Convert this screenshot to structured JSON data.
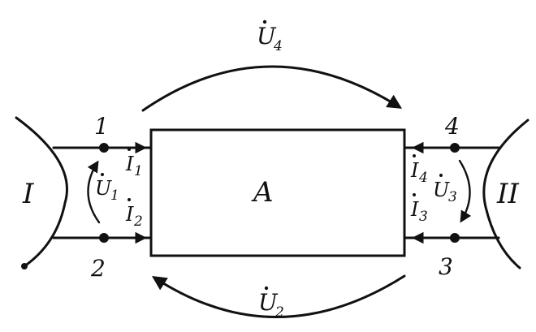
{
  "network": {
    "label": "A"
  },
  "sources": {
    "left": "I",
    "right": "II"
  },
  "nodes": {
    "n1": "1",
    "n2": "2",
    "n3": "3",
    "n4": "4"
  },
  "voltages": {
    "u1": {
      "sym": "U",
      "sub": "1"
    },
    "u2": {
      "sym": "U",
      "sub": "2"
    },
    "u3": {
      "sym": "U",
      "sub": "3"
    },
    "u4": {
      "sym": "U",
      "sub": "4"
    }
  },
  "currents": {
    "i1": {
      "sym": "I",
      "sub": "1"
    },
    "i2": {
      "sym": "I",
      "sub": "2"
    },
    "i3": {
      "sym": "I",
      "sub": "3"
    },
    "i4": {
      "sym": "I",
      "sub": "4"
    }
  }
}
